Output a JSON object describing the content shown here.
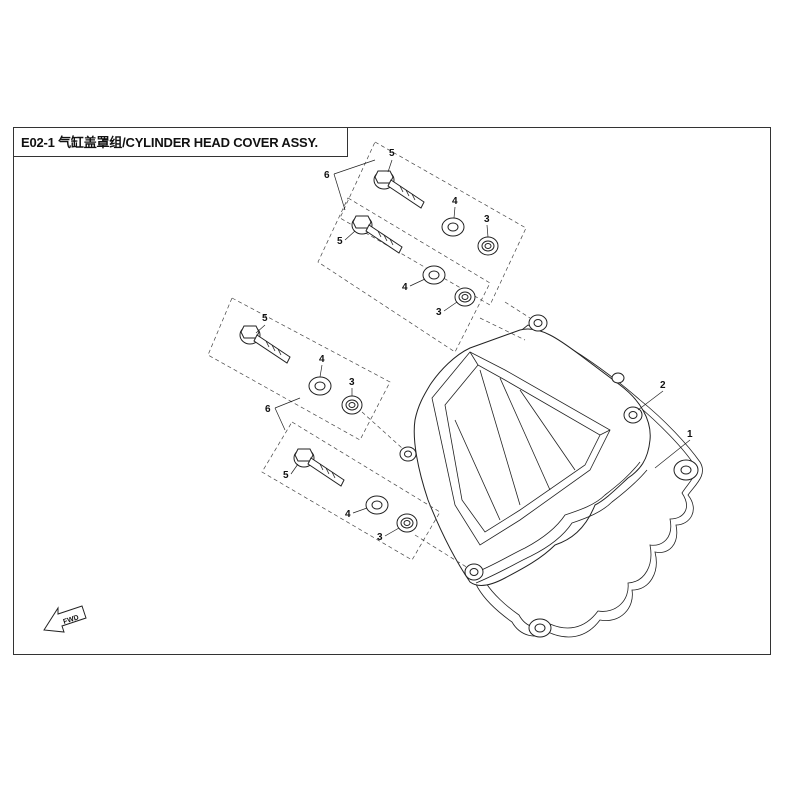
{
  "title": "E02-1 气缸盖罩组/CYLINDER HEAD COVER ASSY.",
  "fwd_label": "FWD",
  "callouts": {
    "cover": "1",
    "gasket": "2",
    "grommet": "3",
    "washer": "4",
    "bolt": "5",
    "bolt_group": "6"
  }
}
